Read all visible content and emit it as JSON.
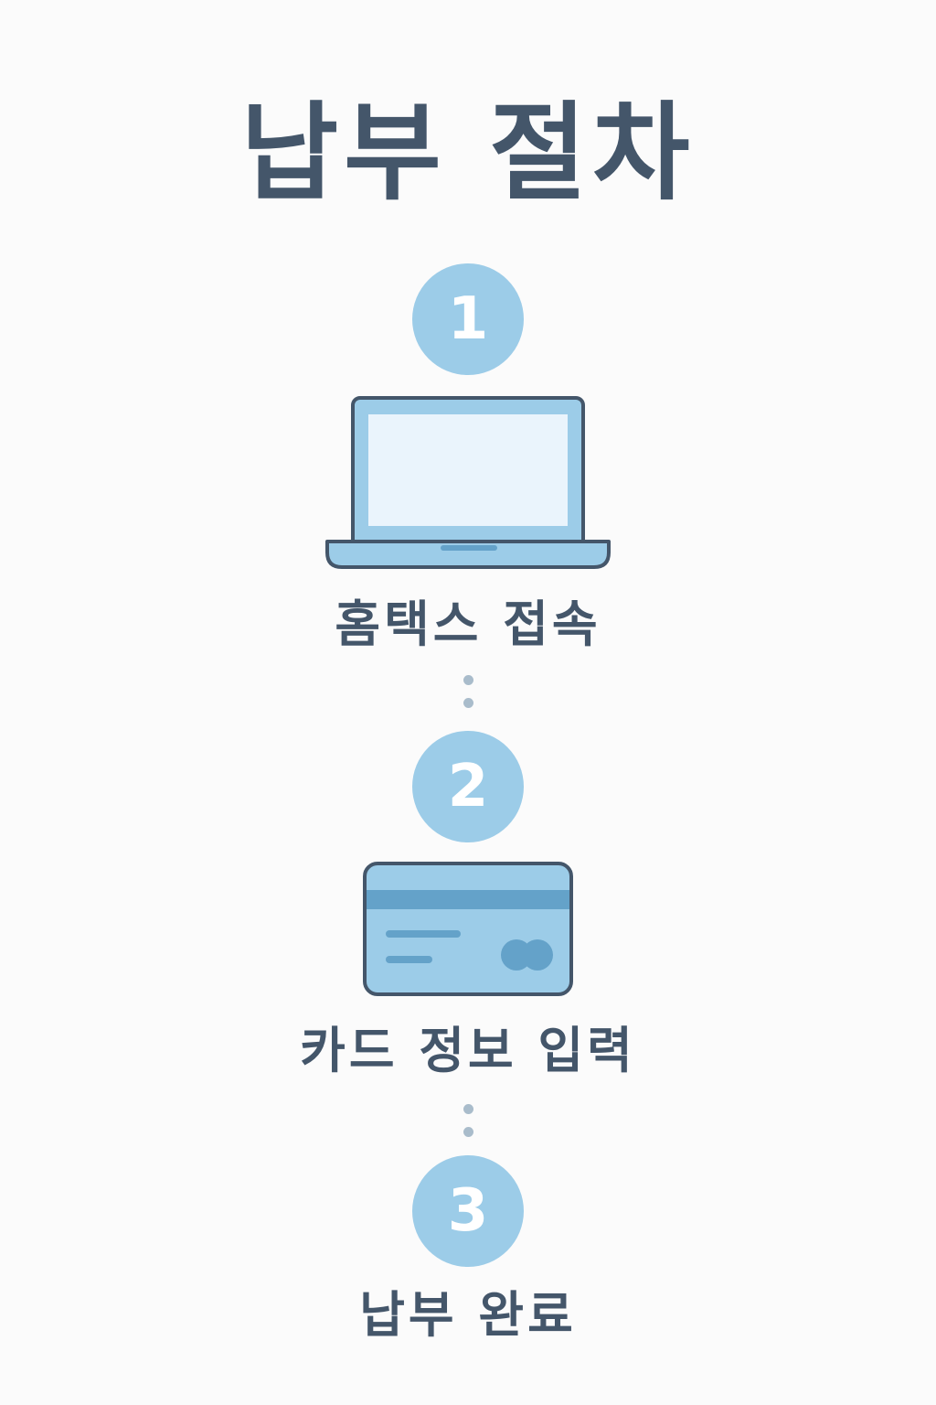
{
  "title": "납부 절차",
  "steps": [
    {
      "number": "1",
      "label": "홈택스 접속",
      "icon": "laptop-icon"
    },
    {
      "number": "2",
      "label": "카드 정보 입력",
      "icon": "credit-card-icon"
    },
    {
      "number": "3",
      "label": "납부 완료"
    }
  ],
  "colors": {
    "background": "#fbfbfb",
    "text": "#44566a",
    "circle": "#9ccce8",
    "icon_fill": "#9ccce8",
    "icon_outline": "#44566a",
    "screen": "#eaf4fc",
    "card_stripe": "#64a2c9",
    "connector_dot": "#a9bccb"
  }
}
